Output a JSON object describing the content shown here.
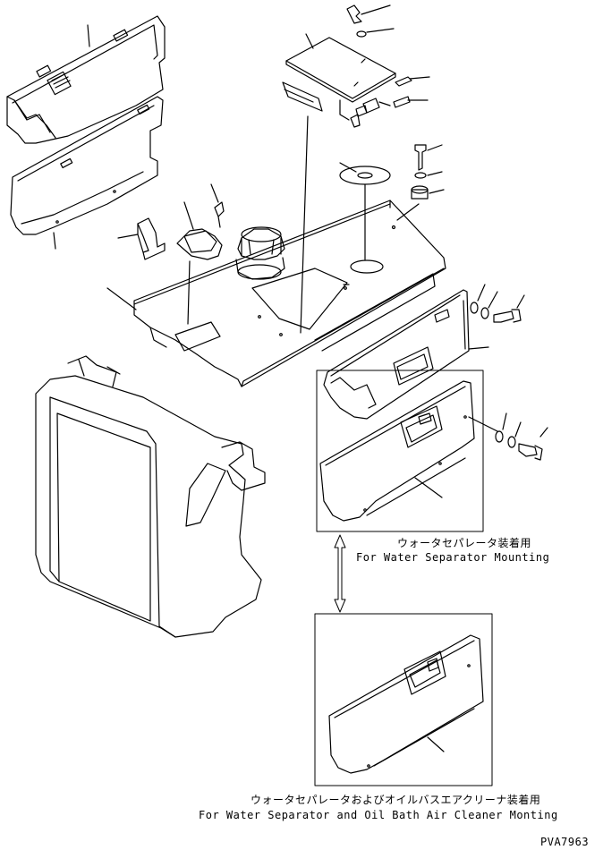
{
  "captions": {
    "panel_upper_ja": "ウォータセパレータ装着用",
    "panel_upper_en": "For Water Separator Mounting",
    "panel_lower_ja": "ウォータセパレータおよびオイルバスエアクリーナ装着用",
    "panel_lower_en": "For Water Separator and Oil Bath Air Cleaner Monting"
  },
  "drawing_code": "PVA7963",
  "colors": {
    "ink": "#000000",
    "paper": "#ffffff"
  }
}
